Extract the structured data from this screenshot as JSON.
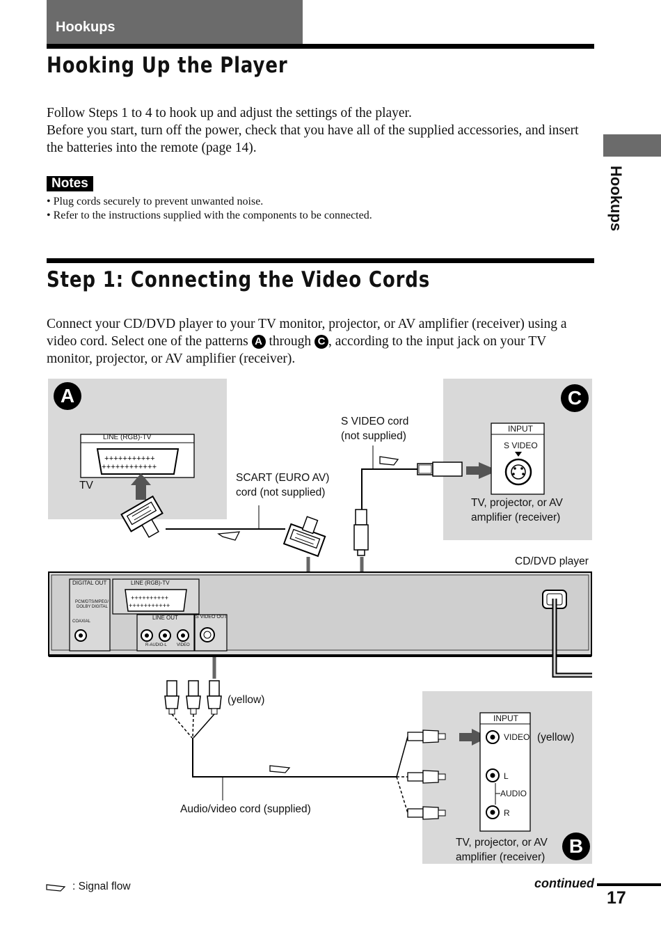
{
  "header": {
    "section_tab": "Hookups",
    "title": "Hooking Up the Player",
    "side_tab": "Hookups"
  },
  "intro": {
    "line1": "Follow Steps 1 to 4 to hook up and adjust the settings of the player.",
    "line2": "Before you start, turn off the power, check that you have all of the supplied accessories, and insert",
    "line3": "the batteries into the remote (page 14)."
  },
  "notes": {
    "badge": "Notes",
    "items": [
      "• Plug cords securely to prevent unwanted noise.",
      "• Refer to the instructions supplied with the components to be connected."
    ]
  },
  "step1": {
    "title": "Step 1: Connecting the Video Cords",
    "line1": "Connect your CD/DVD player to your TV monitor, projector, or AV amplifier (receiver) using a",
    "line2_a": "video cord. Select one of the patterns",
    "letter_a": "A",
    "line2_b": "through",
    "letter_c": "C",
    "line2_c": ", according to the input jack on your TV",
    "line3": "monitor, projector, or AV amplifier (receiver)."
  },
  "diagram": {
    "pattern_a": {
      "letter": "A",
      "jack_label": "LINE  (RGB)-TV",
      "device": "TV"
    },
    "pattern_c": {
      "letter": "C",
      "input_label": "INPUT",
      "jack_label": "S VIDEO",
      "device_line1": "TV, projector, or AV",
      "device_line2": "amplifier (receiver)"
    },
    "pattern_b": {
      "letter": "B",
      "input_label": "INPUT",
      "video_label": "VIDEO",
      "l_label": "L",
      "audio_label": "AUDIO",
      "r_label": "R",
      "yellow": "(yellow)",
      "device_line1": "TV, projector, or AV",
      "device_line2": "amplifier (receiver)"
    },
    "scart_cord_line1": "SCART (EURO AV)",
    "scart_cord_line2": "cord (not supplied)",
    "svideo_cord_line1": "S VIDEO cord",
    "svideo_cord_line2": "(not supplied)",
    "player_label": "CD/DVD player",
    "player_panel": {
      "digital_out": "DIGITAL OUT",
      "pcm_line1": "PCM/DTS/MPEG/",
      "pcm_line2": "DOLBY DIGITAL",
      "coaxial": "COAXIAL",
      "line_rgb": "LINE  (RGB)-TV",
      "line_out": "LINE OUT",
      "svideo_out": "S VIDEO OUT",
      "r_audio_l": "R-AUDIO-L",
      "video": "VIDEO"
    },
    "plug_yellow": "(yellow)",
    "av_cord": "Audio/video cord (supplied)",
    "signal_flow": ": Signal flow"
  },
  "footer": {
    "continued": "continued",
    "page_number": "17"
  }
}
